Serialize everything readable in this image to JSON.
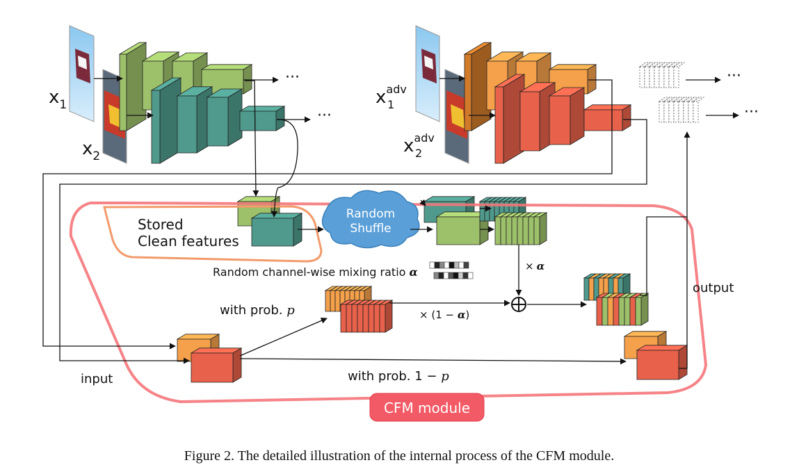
{
  "labels": {
    "x1_base": "x",
    "x1_sub": "1",
    "x2_base": "x",
    "x2_sub": "2",
    "xadv1_base": "x",
    "xadv1_sup": "adv",
    "xadv1_sub": "1",
    "xadv2_base": "x",
    "xadv2_sup": "adv",
    "xadv2_sub": "2",
    "ellipsis": "···",
    "stored_line1": "Stored",
    "stored_line2": "Clean features",
    "shuffle_line1": "Random",
    "shuffle_line2": "Shuffle",
    "mixing_ratio": "Random channel-wise mixing ratio",
    "alpha_symbol": "α",
    "times": "×",
    "times_one_minus": "× (1 − ",
    "close_paren": ")",
    "with_prob": "with prob. ",
    "p": "p",
    "with_prob_1_minus": "with prob. 1 − ",
    "input": "input",
    "output": "output",
    "module": "CFM module"
  },
  "caption": "Figure 2. The detailed illustration of the internal process of the CFM module.",
  "colors": {
    "green": "#9dc06a",
    "green_dark": "#6f9a45",
    "teal": "#4f9a8c",
    "teal_dark": "#357a6c",
    "orange": "#f5a04a",
    "orange_dark": "#d07a2a",
    "red": "#e8614a",
    "red_dark": "#b8412e",
    "module_border": "#f4757a",
    "module_label_bg": "#f25a66",
    "cloud": "#5a9fd8"
  }
}
